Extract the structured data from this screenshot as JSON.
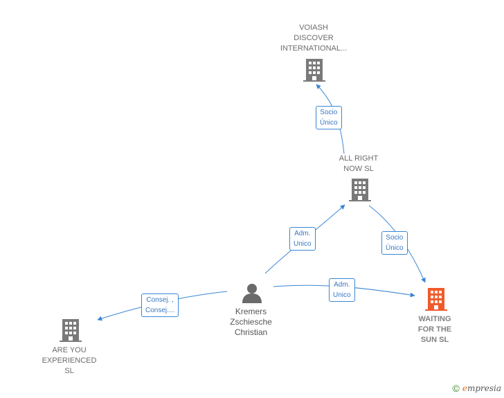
{
  "nodes": {
    "voiash": {
      "label": "VOIASH\nDISCOVER\nINTERNATIONAL..."
    },
    "all_right_now": {
      "label": "ALL RIGHT\nNOW  SL"
    },
    "kremers": {
      "label": "Kremers\nZschiesche\nChristian"
    },
    "waiting": {
      "label": "WAITING\nFOR THE\nSUN  SL"
    },
    "are_you": {
      "label": "ARE YOU\nEXPERIENCED\nSL"
    }
  },
  "edges": {
    "allright_voiash": {
      "label": "Socio\nÚnico"
    },
    "kremers_allright": {
      "label": "Adm.\nUnico"
    },
    "allright_waiting": {
      "label": "Socio\nÚnico"
    },
    "kremers_waiting": {
      "label": "Adm.\nUnico"
    },
    "kremers_areyou": {
      "label": "Consej. ,\nConsej...."
    }
  },
  "footer": {
    "copyright": "©",
    "brand_first": "e",
    "brand_rest": "mpresia"
  },
  "colors": {
    "edge": "#3a86d4",
    "building": "#7a7a7a",
    "highlight": "#f05a2a",
    "person": "#6a6a6a"
  }
}
